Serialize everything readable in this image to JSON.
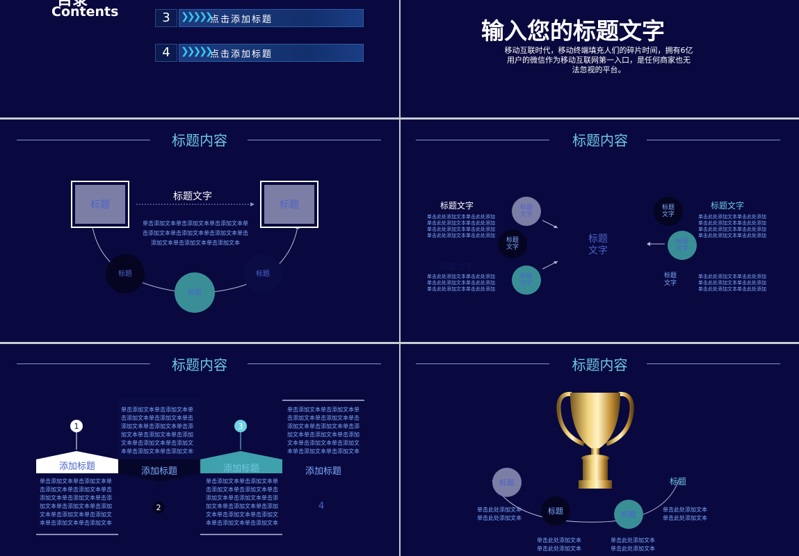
{
  "slide1": {
    "heading_cn": "目录",
    "heading_en": "Contents",
    "items": [
      {
        "num": "3",
        "label": "点击添加标题"
      },
      {
        "num": "4",
        "label": "点击添加标题"
      }
    ],
    "chevrons": "❯❯❯❯❯"
  },
  "slide2": {
    "title": "输入您的标题文字",
    "body_line1": "移动互联时代，移动终端填充人们的碎片时间，拥有6亿",
    "body_line2": "用户的微信作为移动互联网第一入口，是任何商家也无",
    "body_line3": "法忽视的平台。"
  },
  "slide3": {
    "title": "标题内容",
    "box_left": "标题",
    "box_right": "标题",
    "center_title": "标题文字",
    "para_lines": [
      "单击添加文本单击添加文本单击添加文本单",
      "击添加文本单击添加文本单击添加文本单击",
      "添加文本单击添加文本单击添加文本"
    ],
    "circle_left": "标题",
    "circle_center": "标题",
    "circle_right": "标题"
  },
  "slide4": {
    "title": "标题内容",
    "center": "标题\n文字",
    "left_title": "标题文字",
    "left_title2": "标题文字",
    "right_title": "标题文字",
    "line": "单击此处添加文本单击此处添加",
    "circle_a": "标题\n文字",
    "circle_b": "标题\n文字",
    "circle_c": "标题\n文字",
    "circle_d": "标题\n文字",
    "circle_e": "标题\n文字",
    "label_f": "标题\n文字"
  },
  "slide5": {
    "title": "标题内容",
    "step1_num": "1",
    "step1_label": "添加标题",
    "step2_num": "2",
    "step2_label": "添加标题",
    "step3_num": "3",
    "step3_label": "添加标题",
    "step4_num": "4",
    "step4_label": "添加标题",
    "para_lines": [
      "单击添加文本单击添加文本单",
      "击添加文本单击添加文本单击",
      "添加文本单击添加文本单击添",
      "加文本单击添加文本单击添加",
      "文本单击添加文本单击添加文",
      "本单击添加文本单击添加文本"
    ]
  },
  "slide6": {
    "title": "标题内容",
    "circle_left": "标题",
    "circle_mid": "标题",
    "circle_teal": "标题",
    "label_right": "标题",
    "text_a": "单击此处添加文本",
    "text_b": "单击此处添加文本"
  },
  "colors": {
    "background": "#09093f",
    "accent": "#6fc7e3",
    "text_blue": "#7ea9ff",
    "teal": "#3a8f97"
  }
}
